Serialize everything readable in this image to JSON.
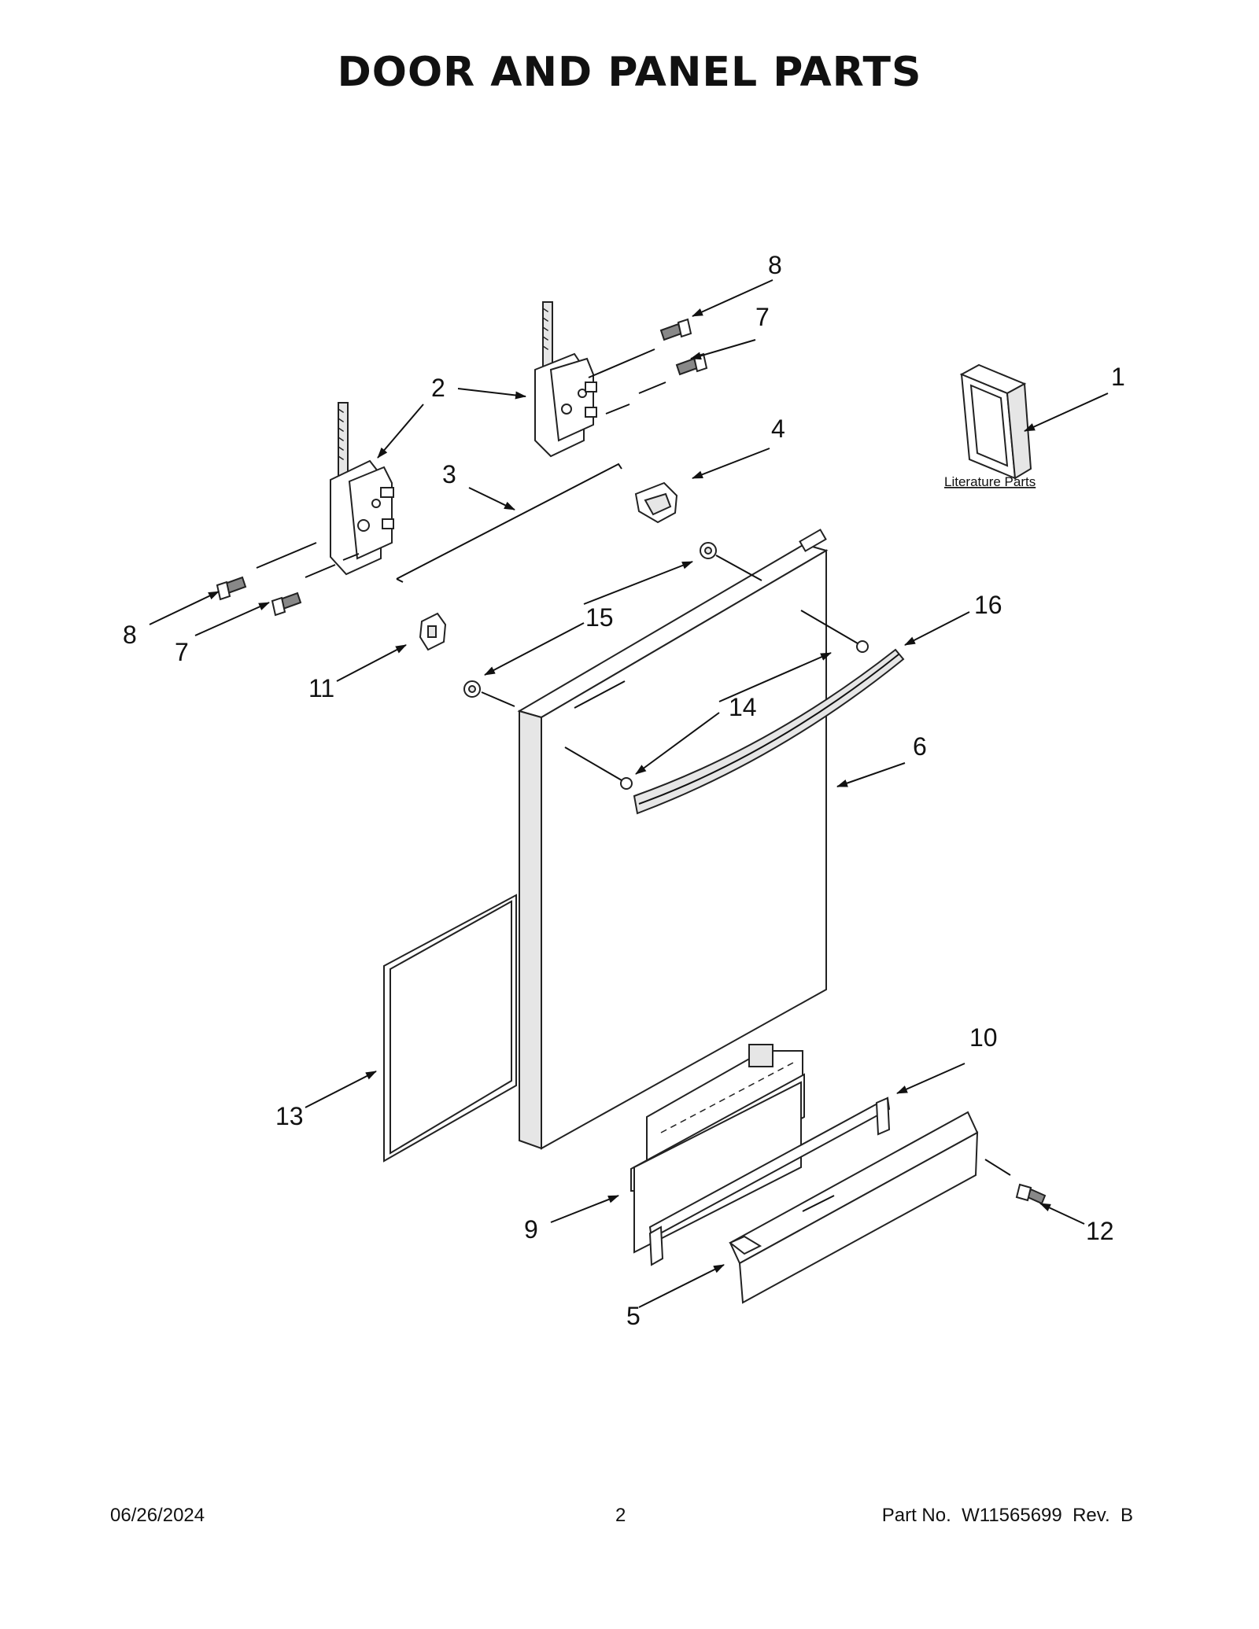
{
  "title": "DOOR AND PANEL PARTS",
  "literature_label": "Literature Parts",
  "callouts": {
    "c1": "1",
    "c2": "2",
    "c3": "3",
    "c4": "4",
    "c5": "5",
    "c6": "6",
    "c7_top": "7",
    "c7_left": "7",
    "c8_top": "8",
    "c8_left": "8",
    "c9": "9",
    "c10": "10",
    "c11": "11",
    "c12": "12",
    "c13": "13",
    "c14": "14",
    "c15": "15",
    "c16": "16"
  },
  "footer": {
    "date": "06/26/2024",
    "page": "2",
    "part_no": "Part No.  W11565699  Rev.  B"
  }
}
